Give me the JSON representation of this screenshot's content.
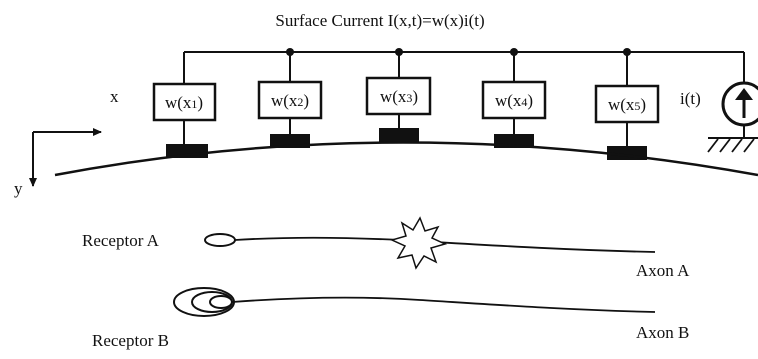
{
  "title": "Surface Current I(x,t)=w(x)i(t)",
  "axes": {
    "x_label": "x",
    "y_label": "y"
  },
  "weights": [
    {
      "label": "w(x",
      "sub": "1",
      "close": ")"
    },
    {
      "label": "w(x",
      "sub": "2",
      "close": ")"
    },
    {
      "label": "w(x",
      "sub": "3",
      "close": ")"
    },
    {
      "label": "w(x",
      "sub": "4",
      "close": ")"
    },
    {
      "label": "w(x",
      "sub": "5",
      "close": ")"
    }
  ],
  "source": {
    "label": "i(t)"
  },
  "receptors": [
    {
      "label": "Receptor  A",
      "axon_label": "Axon A"
    },
    {
      "label": "Receptor  B",
      "axon_label": "Axon B"
    }
  ]
}
